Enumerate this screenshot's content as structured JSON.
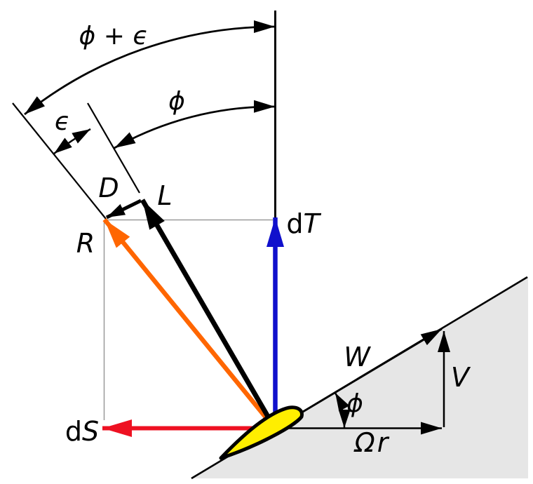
{
  "labels": {
    "angle_phi_plus_epsilon": "ϕ + ϵ",
    "angle_epsilon": "ϵ",
    "angle_phi_upper": "ϕ",
    "drag": "D",
    "lift": "L",
    "resultant": "R",
    "thrust_prefix": "d",
    "thrust_symbol": "T",
    "side_force_prefix": "d",
    "side_force_symbol": "S",
    "relative_wind": "W",
    "axial_velocity": "V",
    "tangential_velocity": "Ωr",
    "angle_phi_lower": "ϕ"
  },
  "colors": {
    "thrust_arrow": "#1010CC",
    "side_force_arrow": "#EE1122",
    "resultant_arrow": "#FF6600",
    "lift_arrow": "#000000",
    "line_black": "#000000",
    "airfoil_fill": "#FFEE00",
    "shaded_region": "#E6E6E6",
    "projection_line": "#999999"
  }
}
